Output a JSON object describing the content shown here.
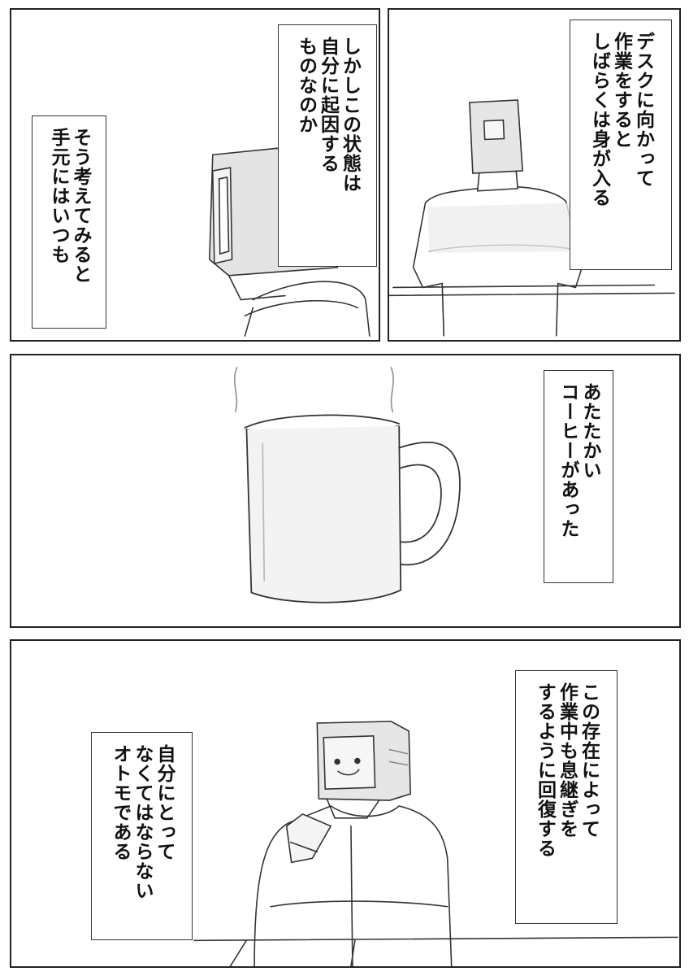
{
  "panels": [
    {
      "id": "p1",
      "caption_lines": [
        "デスクに向かって",
        "作業をすると",
        "しばらくは身が入る"
      ]
    },
    {
      "id": "p2",
      "caption_lines": [
        "しかしこの状態は",
        "自分に起因する",
        "ものなのか"
      ],
      "caption2_lines": [
        "そう考えてみると",
        "手元にはいつも"
      ]
    },
    {
      "id": "p3",
      "caption_lines": [
        "あたたかい",
        "コーヒーがあった"
      ]
    },
    {
      "id": "p4",
      "caption_lines": [
        "この存在によって",
        "作業中も息継ぎを",
        "するように回復する"
      ],
      "caption2_lines": [
        "自分にとって",
        "なくてはならない",
        "オトモである"
      ]
    }
  ]
}
